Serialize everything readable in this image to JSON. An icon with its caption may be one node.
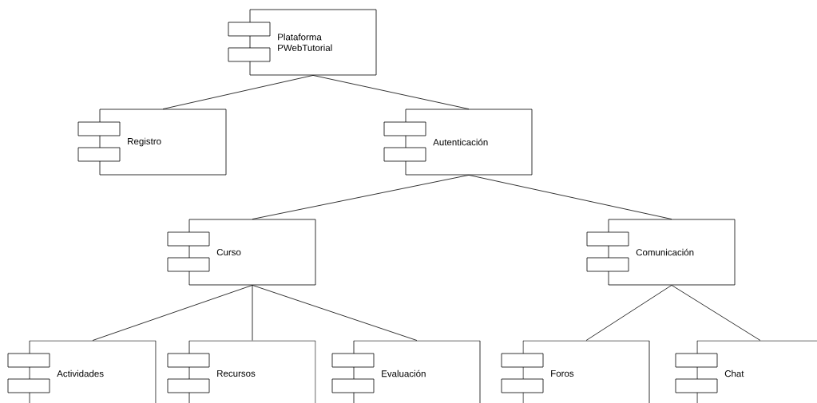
{
  "diagram": {
    "nodes": [
      {
        "text": [
          "Plataforma PWebTutorial"
        ]
      },
      {
        "text": [
          "Registro"
        ]
      },
      {
        "text": [
          "Autenticación"
        ]
      },
      {
        "text": [
          "Curso"
        ]
      },
      {
        "text": [
          "Comunicación"
        ]
      },
      {
        "text": [
          "Actividades"
        ]
      },
      {
        "text": [
          "Recursos"
        ]
      },
      {
        "text": [
          "Evaluación"
        ]
      },
      {
        "text": [
          "Foros"
        ]
      },
      {
        "text": [
          "Chat"
        ]
      }
    ],
    "edges": [
      {
        "from": 0,
        "to": 1,
        "arrow": "none"
      },
      {
        "from": 0,
        "to": 2,
        "arrow": "none"
      },
      {
        "from": 2,
        "to": 3,
        "arrow": "none"
      },
      {
        "from": 2,
        "to": 4,
        "arrow": "none"
      },
      {
        "from": 3,
        "to": 5,
        "arrow": "none"
      },
      {
        "from": 3,
        "to": 6,
        "arrow": "none"
      },
      {
        "from": 3,
        "to": 7,
        "arrow": "none"
      },
      {
        "from": 4,
        "to": 8,
        "arrow": "none"
      },
      {
        "from": 4,
        "to": 9,
        "arrow": "none"
      }
    ]
  }
}
